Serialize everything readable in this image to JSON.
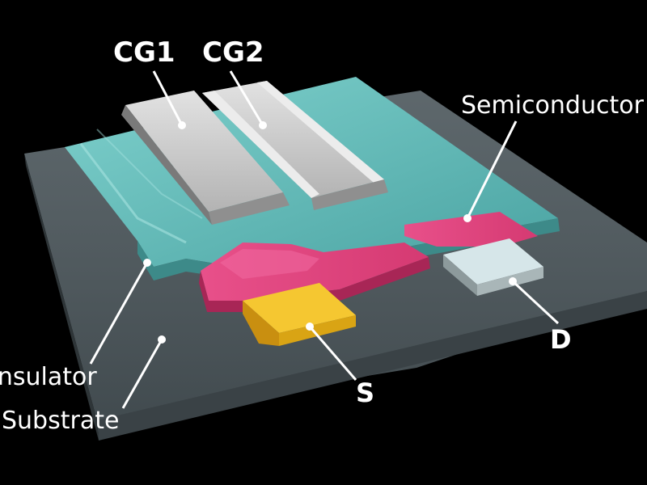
{
  "labels": {
    "cg1": "CG1",
    "cg2": "CG2",
    "semiconductor": "Semiconductor",
    "drain": "D",
    "source": "S",
    "insulator": "Insulator",
    "substrate": "Substrate"
  },
  "colors": {
    "background": "#000000",
    "substrate": "#5f6a70",
    "insulator": "#5fb8b6",
    "semiconductor": "#e0487a",
    "gate": "#c9c9c9",
    "source": "#f2c12e",
    "drain": "#d3e3e6",
    "label_text": "#ffffff",
    "leader_line": "#ffffff"
  }
}
